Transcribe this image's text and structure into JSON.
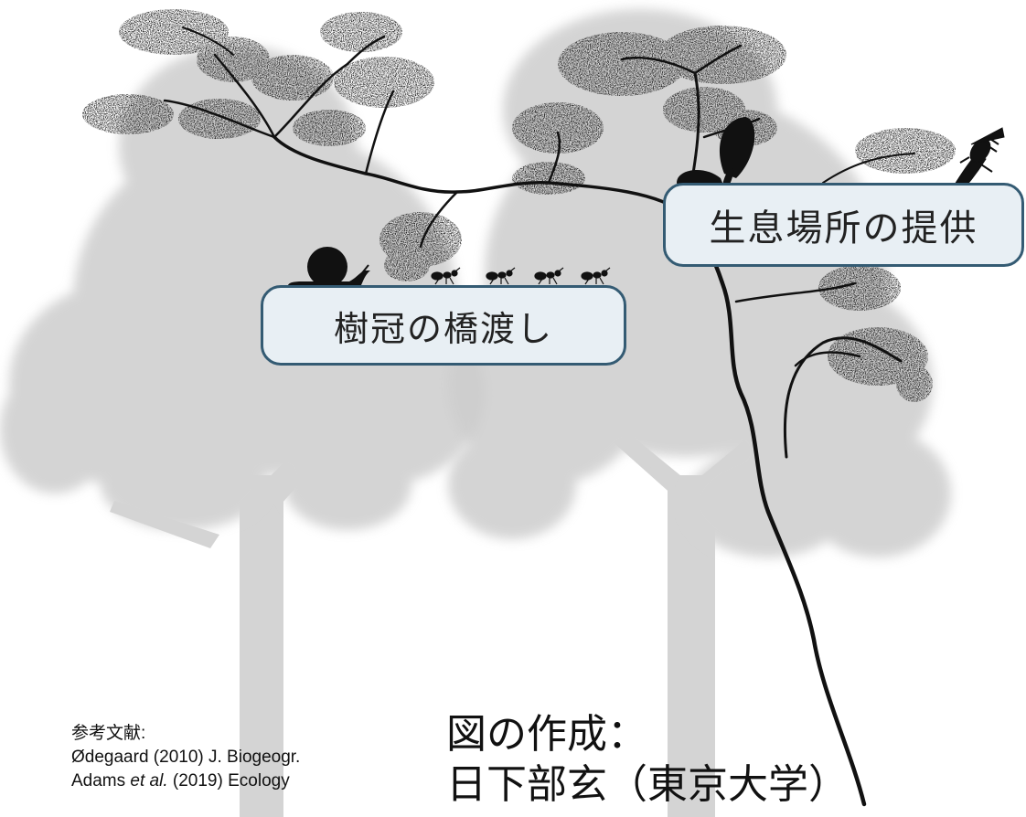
{
  "labels": {
    "canopy_bridge": "樹冠の橋渡し",
    "habitat_provision": "生息場所の提供"
  },
  "references": {
    "heading": "参考文献:",
    "entries": [
      {
        "authors": "Ødegaard",
        "etal": "",
        "rest": " (2010) J. Biogeogr."
      },
      {
        "authors": "Adams ",
        "etal": "et al.",
        "rest": " (2019) Ecology"
      }
    ]
  },
  "credit": {
    "line1": "図の作成：",
    "line2": "日下部玄（東京大学）"
  },
  "colors": {
    "background": "#ffffff",
    "tree_silhouette": "#cdcdcd",
    "vine": "#111111",
    "label_fill": "#e8eff4",
    "label_border": "#345b73"
  },
  "icons": [
    "snail-icon",
    "ant-icon",
    "butterfly-icon",
    "beetle-icon"
  ]
}
